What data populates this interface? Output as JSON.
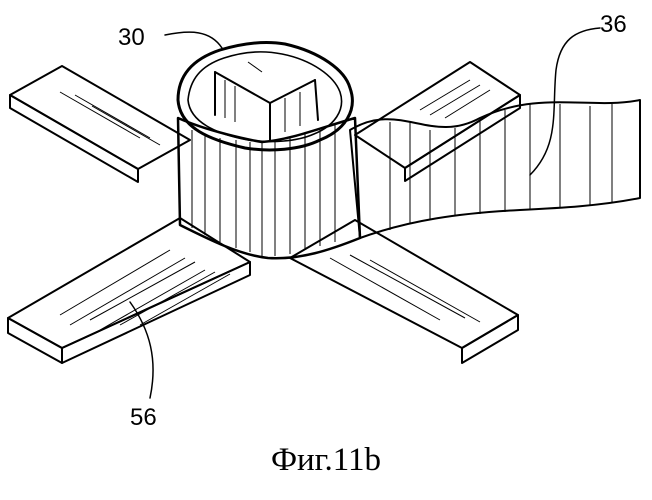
{
  "labels": {
    "part_30": "30",
    "part_36": "36",
    "part_56": "56"
  },
  "caption": "Фиг.11b"
}
